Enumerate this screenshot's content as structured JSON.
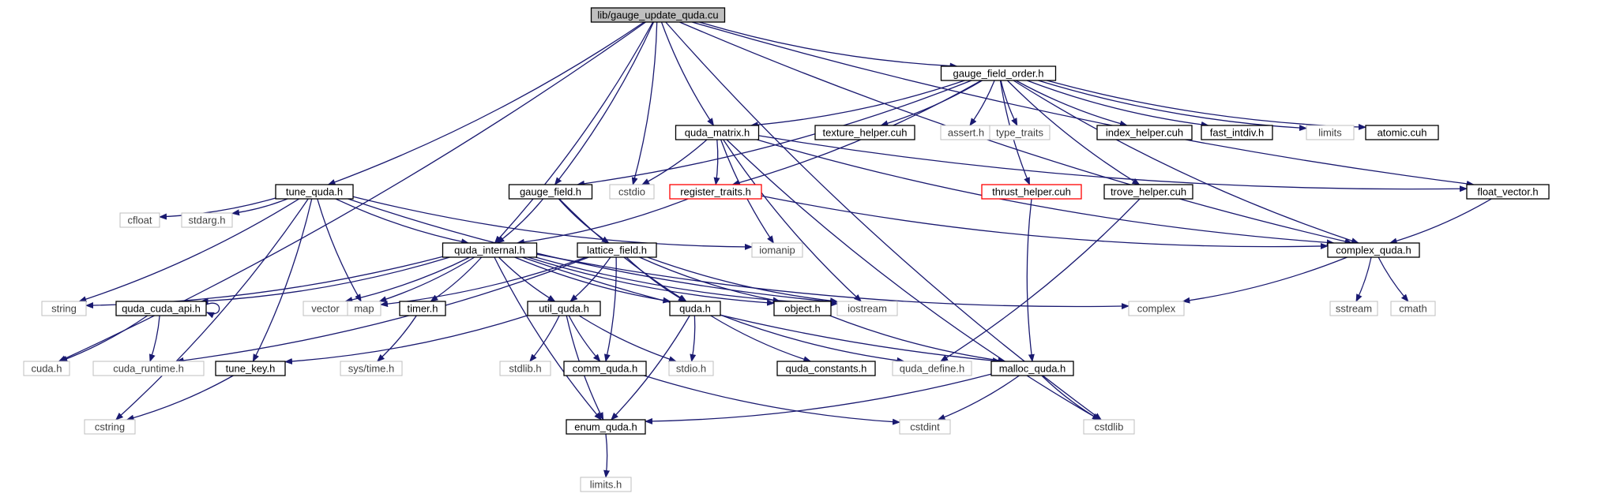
{
  "diagram": {
    "colors": {
      "edge": "#191970",
      "border_default": "#000000",
      "border_external": "#bfbfbf",
      "border_highlight": "#ff0000",
      "root_fill": "#bfbfbf",
      "text_default": "#000000",
      "text_external": "#3f3f3f"
    },
    "nodes": [
      {
        "id": "root",
        "label": "lib/gauge_update_quda.cu",
        "kind": "root"
      },
      {
        "id": "gfo",
        "label": "gauge_field_order.h",
        "kind": "default"
      },
      {
        "id": "quda_matrix",
        "label": "quda_matrix.h",
        "kind": "default"
      },
      {
        "id": "texture_helper",
        "label": "texture_helper.cuh",
        "kind": "default"
      },
      {
        "id": "assert",
        "label": "assert.h",
        "kind": "external"
      },
      {
        "id": "type_traits",
        "label": "type_traits",
        "kind": "external"
      },
      {
        "id": "index_helper",
        "label": "index_helper.cuh",
        "kind": "default"
      },
      {
        "id": "fast_intdiv",
        "label": "fast_intdiv.h",
        "kind": "default"
      },
      {
        "id": "limits",
        "label": "limits",
        "kind": "external"
      },
      {
        "id": "atomic",
        "label": "atomic.cuh",
        "kind": "default"
      },
      {
        "id": "tune_quda",
        "label": "tune_quda.h",
        "kind": "default"
      },
      {
        "id": "gauge_field",
        "label": "gauge_field.h",
        "kind": "default"
      },
      {
        "id": "cstdio",
        "label": "cstdio",
        "kind": "external"
      },
      {
        "id": "register_traits",
        "label": "register_traits.h",
        "kind": "highlight"
      },
      {
        "id": "thrust_helper",
        "label": "thrust_helper.cuh",
        "kind": "highlight"
      },
      {
        "id": "trove_helper",
        "label": "trove_helper.cuh",
        "kind": "default"
      },
      {
        "id": "float_vector",
        "label": "float_vector.h",
        "kind": "default"
      },
      {
        "id": "cfloat",
        "label": "cfloat",
        "kind": "external"
      },
      {
        "id": "stdarg",
        "label": "stdarg.h",
        "kind": "external"
      },
      {
        "id": "quda_internal",
        "label": "quda_internal.h",
        "kind": "default"
      },
      {
        "id": "lattice_field",
        "label": "lattice_field.h",
        "kind": "default"
      },
      {
        "id": "iomanip",
        "label": "iomanip",
        "kind": "external"
      },
      {
        "id": "complex_quda",
        "label": "complex_quda.h",
        "kind": "default"
      },
      {
        "id": "string",
        "label": "string",
        "kind": "external"
      },
      {
        "id": "quda_cuda_api",
        "label": "quda_cuda_api.h",
        "kind": "default"
      },
      {
        "id": "vector",
        "label": "vector",
        "kind": "external"
      },
      {
        "id": "map",
        "label": "map",
        "kind": "external"
      },
      {
        "id": "timer",
        "label": "timer.h",
        "kind": "default"
      },
      {
        "id": "util_quda",
        "label": "util_quda.h",
        "kind": "default"
      },
      {
        "id": "quda",
        "label": "quda.h",
        "kind": "default"
      },
      {
        "id": "object",
        "label": "object.h",
        "kind": "default"
      },
      {
        "id": "iostream",
        "label": "iostream",
        "kind": "external"
      },
      {
        "id": "complex",
        "label": "complex",
        "kind": "external"
      },
      {
        "id": "sstream",
        "label": "sstream",
        "kind": "external"
      },
      {
        "id": "cmath",
        "label": "cmath",
        "kind": "external"
      },
      {
        "id": "cuda",
        "label": "cuda.h",
        "kind": "external"
      },
      {
        "id": "cuda_runtime",
        "label": "cuda_runtime.h",
        "kind": "external"
      },
      {
        "id": "tune_key",
        "label": "tune_key.h",
        "kind": "default"
      },
      {
        "id": "sys_time",
        "label": "sys/time.h",
        "kind": "external"
      },
      {
        "id": "stdlib",
        "label": "stdlib.h",
        "kind": "external"
      },
      {
        "id": "comm_quda",
        "label": "comm_quda.h",
        "kind": "default"
      },
      {
        "id": "stdio",
        "label": "stdio.h",
        "kind": "external"
      },
      {
        "id": "quda_constants",
        "label": "quda_constants.h",
        "kind": "default"
      },
      {
        "id": "quda_define",
        "label": "quda_define.h",
        "kind": "external"
      },
      {
        "id": "malloc_quda",
        "label": "malloc_quda.h",
        "kind": "default"
      },
      {
        "id": "cstring",
        "label": "cstring",
        "kind": "external"
      },
      {
        "id": "enum_quda",
        "label": "enum_quda.h",
        "kind": "default"
      },
      {
        "id": "cstdint",
        "label": "cstdint",
        "kind": "external"
      },
      {
        "id": "cstdlib",
        "label": "cstdlib",
        "kind": "external"
      },
      {
        "id": "limits_h",
        "label": "limits.h",
        "kind": "external"
      }
    ],
    "edges": [
      [
        "root",
        "gfo"
      ],
      [
        "root",
        "quda_matrix"
      ],
      [
        "root",
        "tune_quda"
      ],
      [
        "root",
        "gauge_field"
      ],
      [
        "root",
        "cstdio"
      ],
      [
        "root",
        "quda_internal"
      ],
      [
        "root",
        "float_vector"
      ],
      [
        "root",
        "complex_quda"
      ],
      [
        "root",
        "cuda"
      ],
      [
        "root",
        "cstdlib"
      ],
      [
        "gfo",
        "quda_matrix"
      ],
      [
        "gfo",
        "texture_helper"
      ],
      [
        "gfo",
        "assert"
      ],
      [
        "gfo",
        "type_traits"
      ],
      [
        "gfo",
        "index_helper"
      ],
      [
        "gfo",
        "fast_intdiv"
      ],
      [
        "gfo",
        "limits"
      ],
      [
        "gfo",
        "atomic"
      ],
      [
        "gfo",
        "gauge_field"
      ],
      [
        "gfo",
        "register_traits"
      ],
      [
        "gfo",
        "thrust_helper"
      ],
      [
        "gfo",
        "trove_helper"
      ],
      [
        "gfo",
        "complex_quda"
      ],
      [
        "quda_matrix",
        "cstdio"
      ],
      [
        "quda_matrix",
        "register_traits"
      ],
      [
        "quda_matrix",
        "iomanip"
      ],
      [
        "quda_matrix",
        "iostream"
      ],
      [
        "quda_matrix",
        "cstdlib"
      ],
      [
        "quda_matrix",
        "float_vector"
      ],
      [
        "quda_matrix",
        "complex_quda"
      ],
      [
        "tune_quda",
        "cfloat"
      ],
      [
        "tune_quda",
        "stdarg"
      ],
      [
        "tune_quda",
        "string"
      ],
      [
        "tune_quda",
        "quda_internal"
      ],
      [
        "tune_quda",
        "map"
      ],
      [
        "tune_quda",
        "iostream"
      ],
      [
        "tune_quda",
        "iomanip"
      ],
      [
        "tune_quda",
        "tune_key"
      ],
      [
        "tune_quda",
        "cstring"
      ],
      [
        "gauge_field",
        "quda_internal"
      ],
      [
        "gauge_field",
        "lattice_field"
      ],
      [
        "gauge_field",
        "quda"
      ],
      [
        "register_traits",
        "quda_internal"
      ],
      [
        "register_traits",
        "complex_quda"
      ],
      [
        "thrust_helper",
        "malloc_quda"
      ],
      [
        "trove_helper",
        "quda_define"
      ],
      [
        "float_vector",
        "complex_quda"
      ],
      [
        "quda_internal",
        "string"
      ],
      [
        "quda_internal",
        "quda_cuda_api"
      ],
      [
        "quda_internal",
        "vector"
      ],
      [
        "quda_internal",
        "map"
      ],
      [
        "quda_internal",
        "timer"
      ],
      [
        "quda_internal",
        "util_quda"
      ],
      [
        "quda_internal",
        "quda"
      ],
      [
        "quda_internal",
        "object"
      ],
      [
        "quda_internal",
        "iostream"
      ],
      [
        "quda_internal",
        "complex"
      ],
      [
        "quda_internal",
        "malloc_quda"
      ],
      [
        "quda_internal",
        "enum_quda"
      ],
      [
        "lattice_field",
        "map"
      ],
      [
        "lattice_field",
        "cuda_runtime"
      ],
      [
        "lattice_field",
        "util_quda"
      ],
      [
        "lattice_field",
        "comm_quda"
      ],
      [
        "lattice_field",
        "quda"
      ],
      [
        "lattice_field",
        "object"
      ],
      [
        "lattice_field",
        "iostream"
      ],
      [
        "complex_quda",
        "complex"
      ],
      [
        "complex_quda",
        "sstream"
      ],
      [
        "complex_quda",
        "cmath"
      ],
      [
        "quda_cuda_api",
        "quda_cuda_api"
      ],
      [
        "quda_cuda_api",
        "cuda"
      ],
      [
        "quda_cuda_api",
        "cuda_runtime"
      ],
      [
        "timer",
        "sys_time"
      ],
      [
        "util_quda",
        "tune_key"
      ],
      [
        "util_quda",
        "stdlib"
      ],
      [
        "util_quda",
        "comm_quda"
      ],
      [
        "util_quda",
        "stdio"
      ],
      [
        "util_quda",
        "enum_quda"
      ],
      [
        "quda",
        "stdio"
      ],
      [
        "quda",
        "quda_constants"
      ],
      [
        "quda",
        "quda_define"
      ],
      [
        "quda",
        "enum_quda"
      ],
      [
        "object",
        "malloc_quda"
      ],
      [
        "tune_key",
        "cstring"
      ],
      [
        "comm_quda",
        "cstdint"
      ],
      [
        "malloc_quda",
        "enum_quda"
      ],
      [
        "malloc_quda",
        "cstdint"
      ],
      [
        "malloc_quda",
        "cstdlib"
      ],
      [
        "enum_quda",
        "limits_h"
      ]
    ]
  }
}
